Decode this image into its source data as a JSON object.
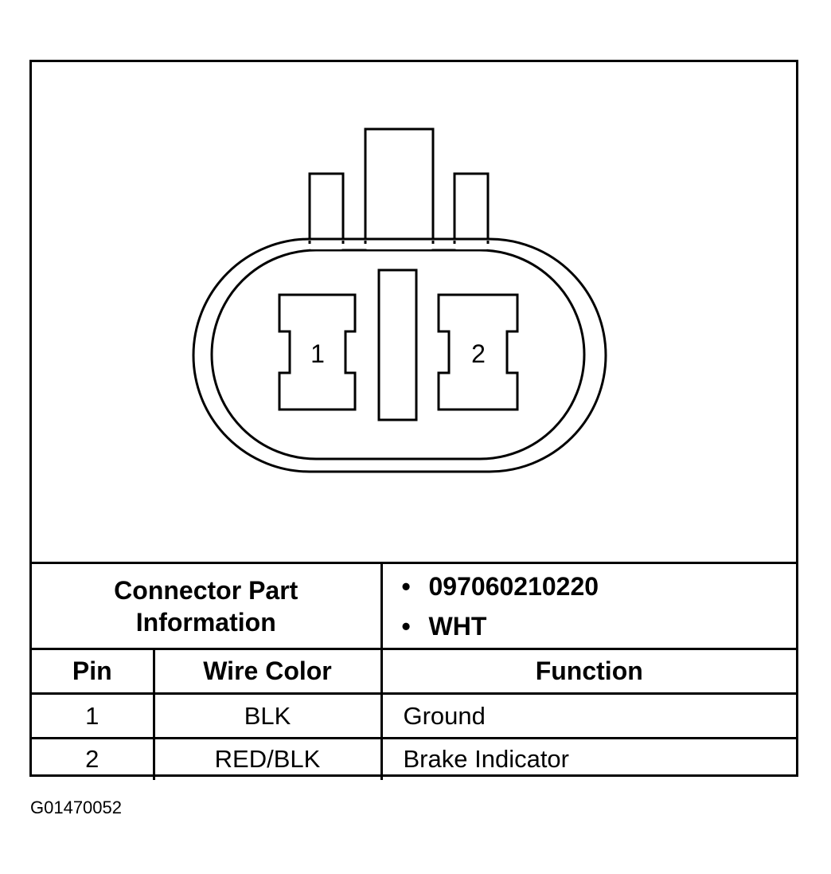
{
  "diagram": {
    "pins": [
      {
        "label": "1"
      },
      {
        "label": "2"
      }
    ]
  },
  "table": {
    "part_info_label": "Connector Part Information",
    "part_info_values": [
      "097060210220",
      "WHT"
    ],
    "headers": {
      "pin": "Pin",
      "wire_color": "Wire Color",
      "function": "Function"
    },
    "rows": [
      {
        "pin": "1",
        "wire_color": "BLK",
        "function": "Ground"
      },
      {
        "pin": "2",
        "wire_color": "RED/BLK",
        "function": "Brake Indicator"
      }
    ]
  },
  "figure_id": "G01470052"
}
